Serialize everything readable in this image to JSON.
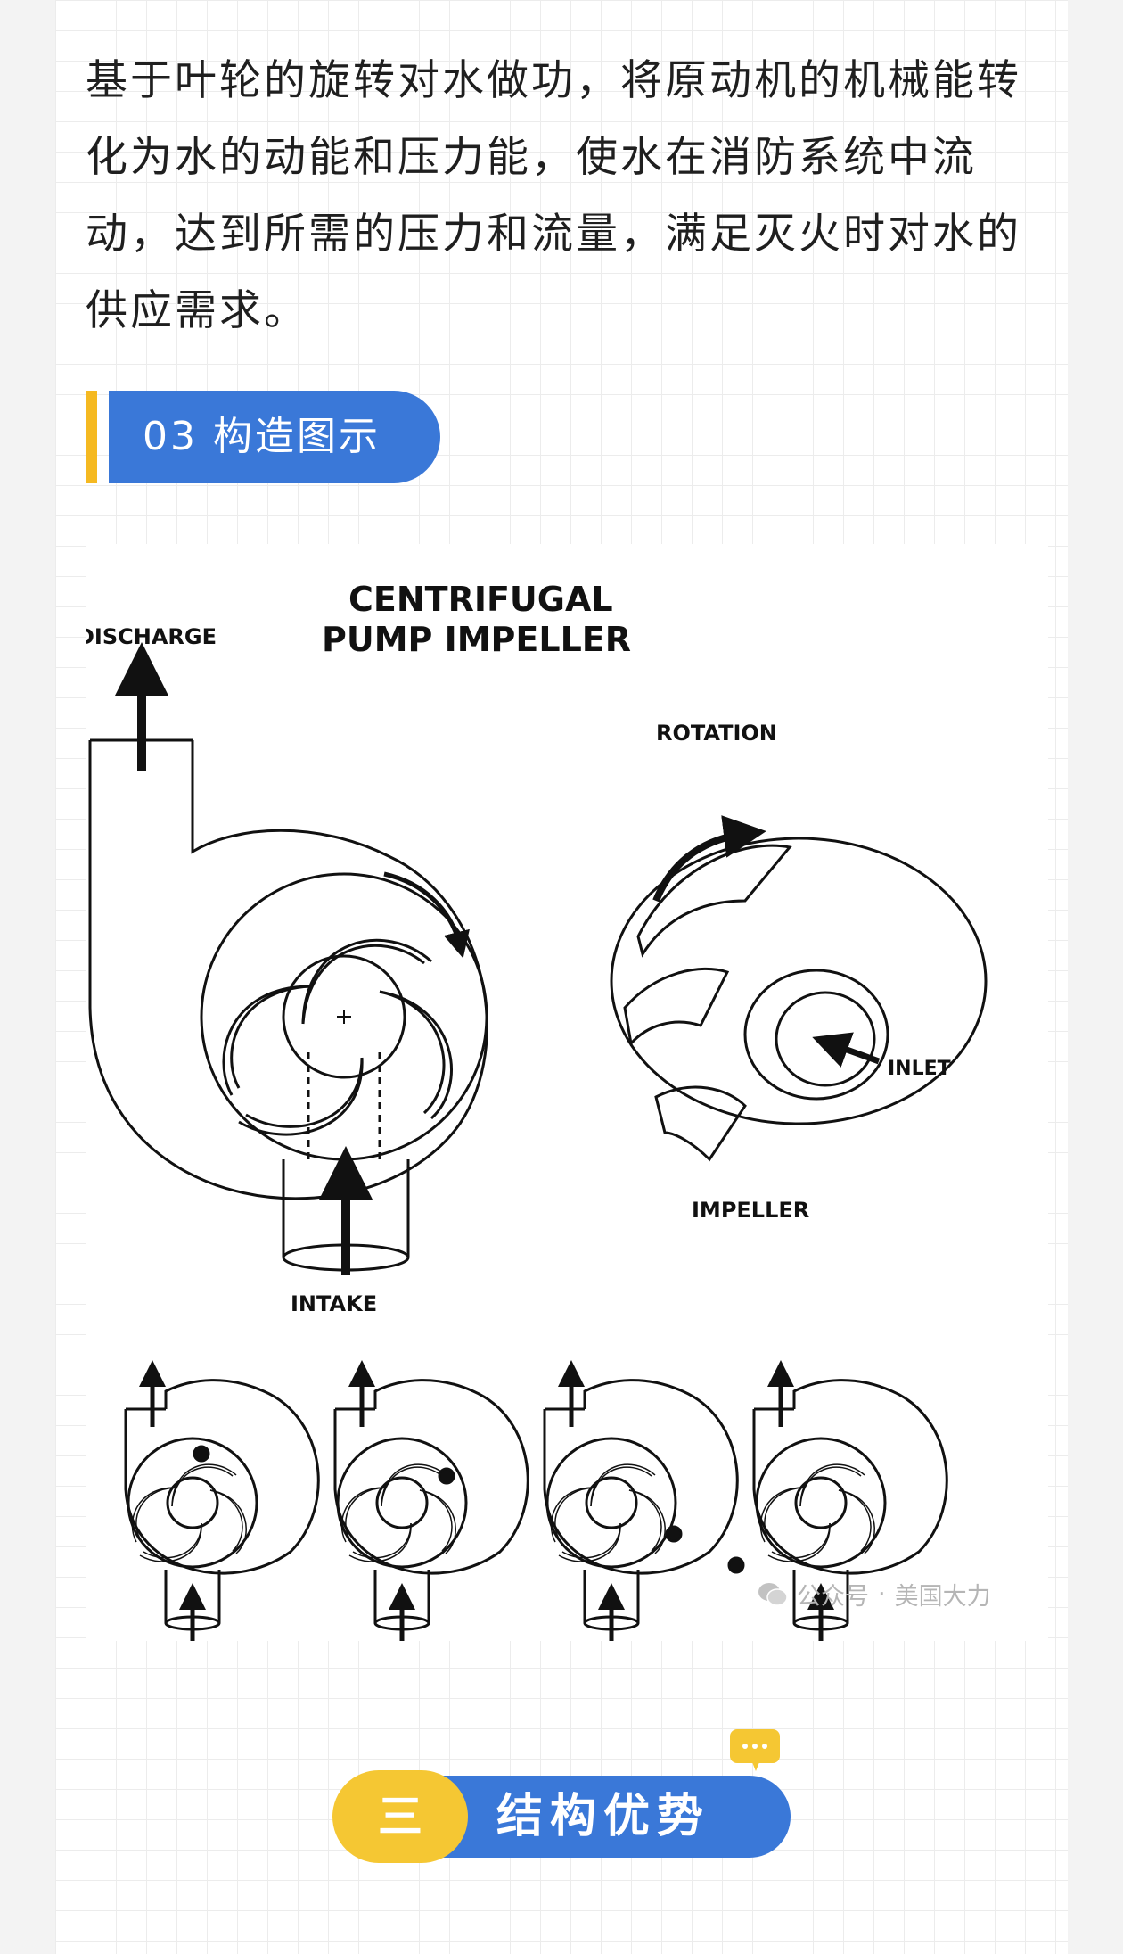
{
  "intro": {
    "text": "基于叶轮的旋转对水做功，将原动机的机械能转化为水的动能和压力能，使水在消防系统中流动，达到所需的压力和流量，满足灭火时对水的供应需求。"
  },
  "section": {
    "label": "03 构造图示",
    "accent_color": "#f5b921",
    "pill_color": "#3a78d8"
  },
  "figure": {
    "title_line1": "CENTRIFUGAL",
    "title_line2": "PUMP IMPELLER",
    "discharge": "DISCHARGE",
    "intake": "INTAKE",
    "rotation": "ROTATION",
    "inlet": "INLET",
    "impeller": "IMPELLER"
  },
  "watermark": {
    "icon": "wechat-icon",
    "source": "公众号",
    "separator": "·",
    "account": "美国大力"
  },
  "heading": {
    "number": "三",
    "title": "结构优势",
    "badge_color": "#f5c733",
    "icon": "chat-bubble-icon"
  }
}
